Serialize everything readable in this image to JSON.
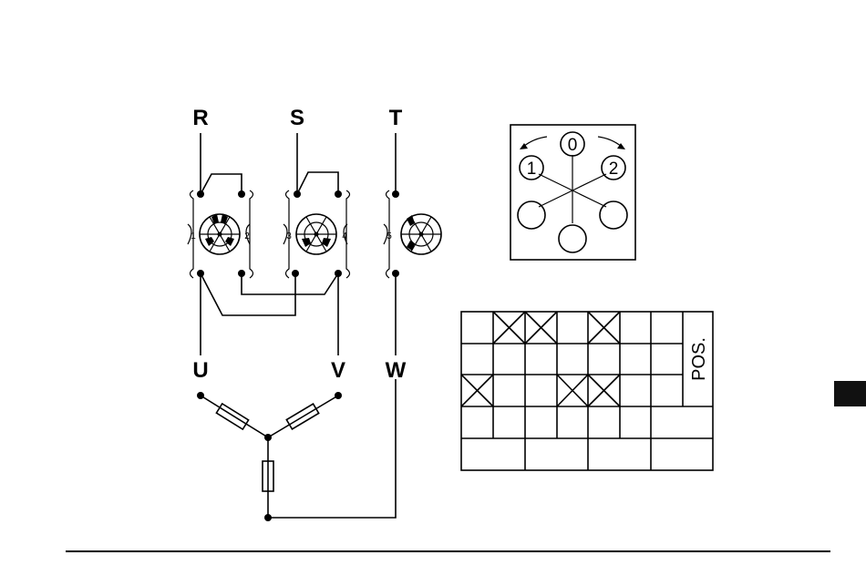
{
  "phases_in": {
    "r": "R",
    "s": "S",
    "t": "T"
  },
  "phases_out": {
    "u": "U",
    "v": "V",
    "w": "W"
  },
  "switch_terminals": [
    "1",
    "2",
    "3",
    "4",
    "5"
  ],
  "position_dial": {
    "p0": "0",
    "p1": "1",
    "p2": "2"
  },
  "table": {
    "header": "POS.",
    "marked_cells": [
      [
        0,
        1
      ],
      [
        0,
        2
      ],
      [
        0,
        4
      ],
      [
        2,
        0
      ],
      [
        2,
        3
      ],
      [
        2,
        4
      ]
    ]
  },
  "colors": {
    "ink": "#000000",
    "page": "#ffffff",
    "side_tab": "#111111"
  }
}
